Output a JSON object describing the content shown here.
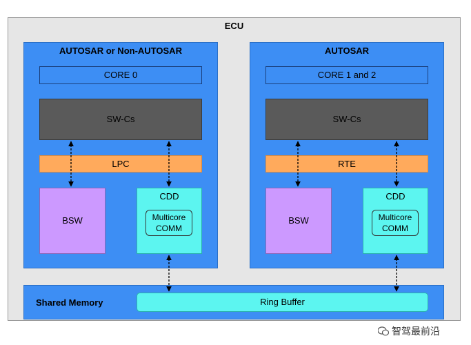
{
  "ecu": {
    "title": "ECU"
  },
  "left_panel": {
    "title": "AUTOSAR or Non-AUTOSAR",
    "core": "CORE 0",
    "swc": "SW-Cs",
    "middle": "LPC",
    "bsw": "BSW",
    "cdd": "CDD",
    "multicore_line1": "Multicore",
    "multicore_line2": "COMM"
  },
  "right_panel": {
    "title": "AUTOSAR",
    "core": "CORE 1 and 2",
    "swc": "SW-Cs",
    "middle": "RTE",
    "bsw": "BSW",
    "cdd": "CDD",
    "multicore_line1": "Multicore",
    "multicore_line2": "COMM"
  },
  "shared_memory": {
    "label": "Shared Memory",
    "ring_buffer": "Ring Buffer"
  },
  "watermark": "智驾最前沿",
  "colors": {
    "panel_blue": "#3d8ef4",
    "swc_gray": "#5a5a5a",
    "layer_orange": "#ffaa5c",
    "bsw_purple": "#cc99ff",
    "cdd_cyan": "#5cf5f0",
    "ecu_bg": "#e6e6e6"
  }
}
